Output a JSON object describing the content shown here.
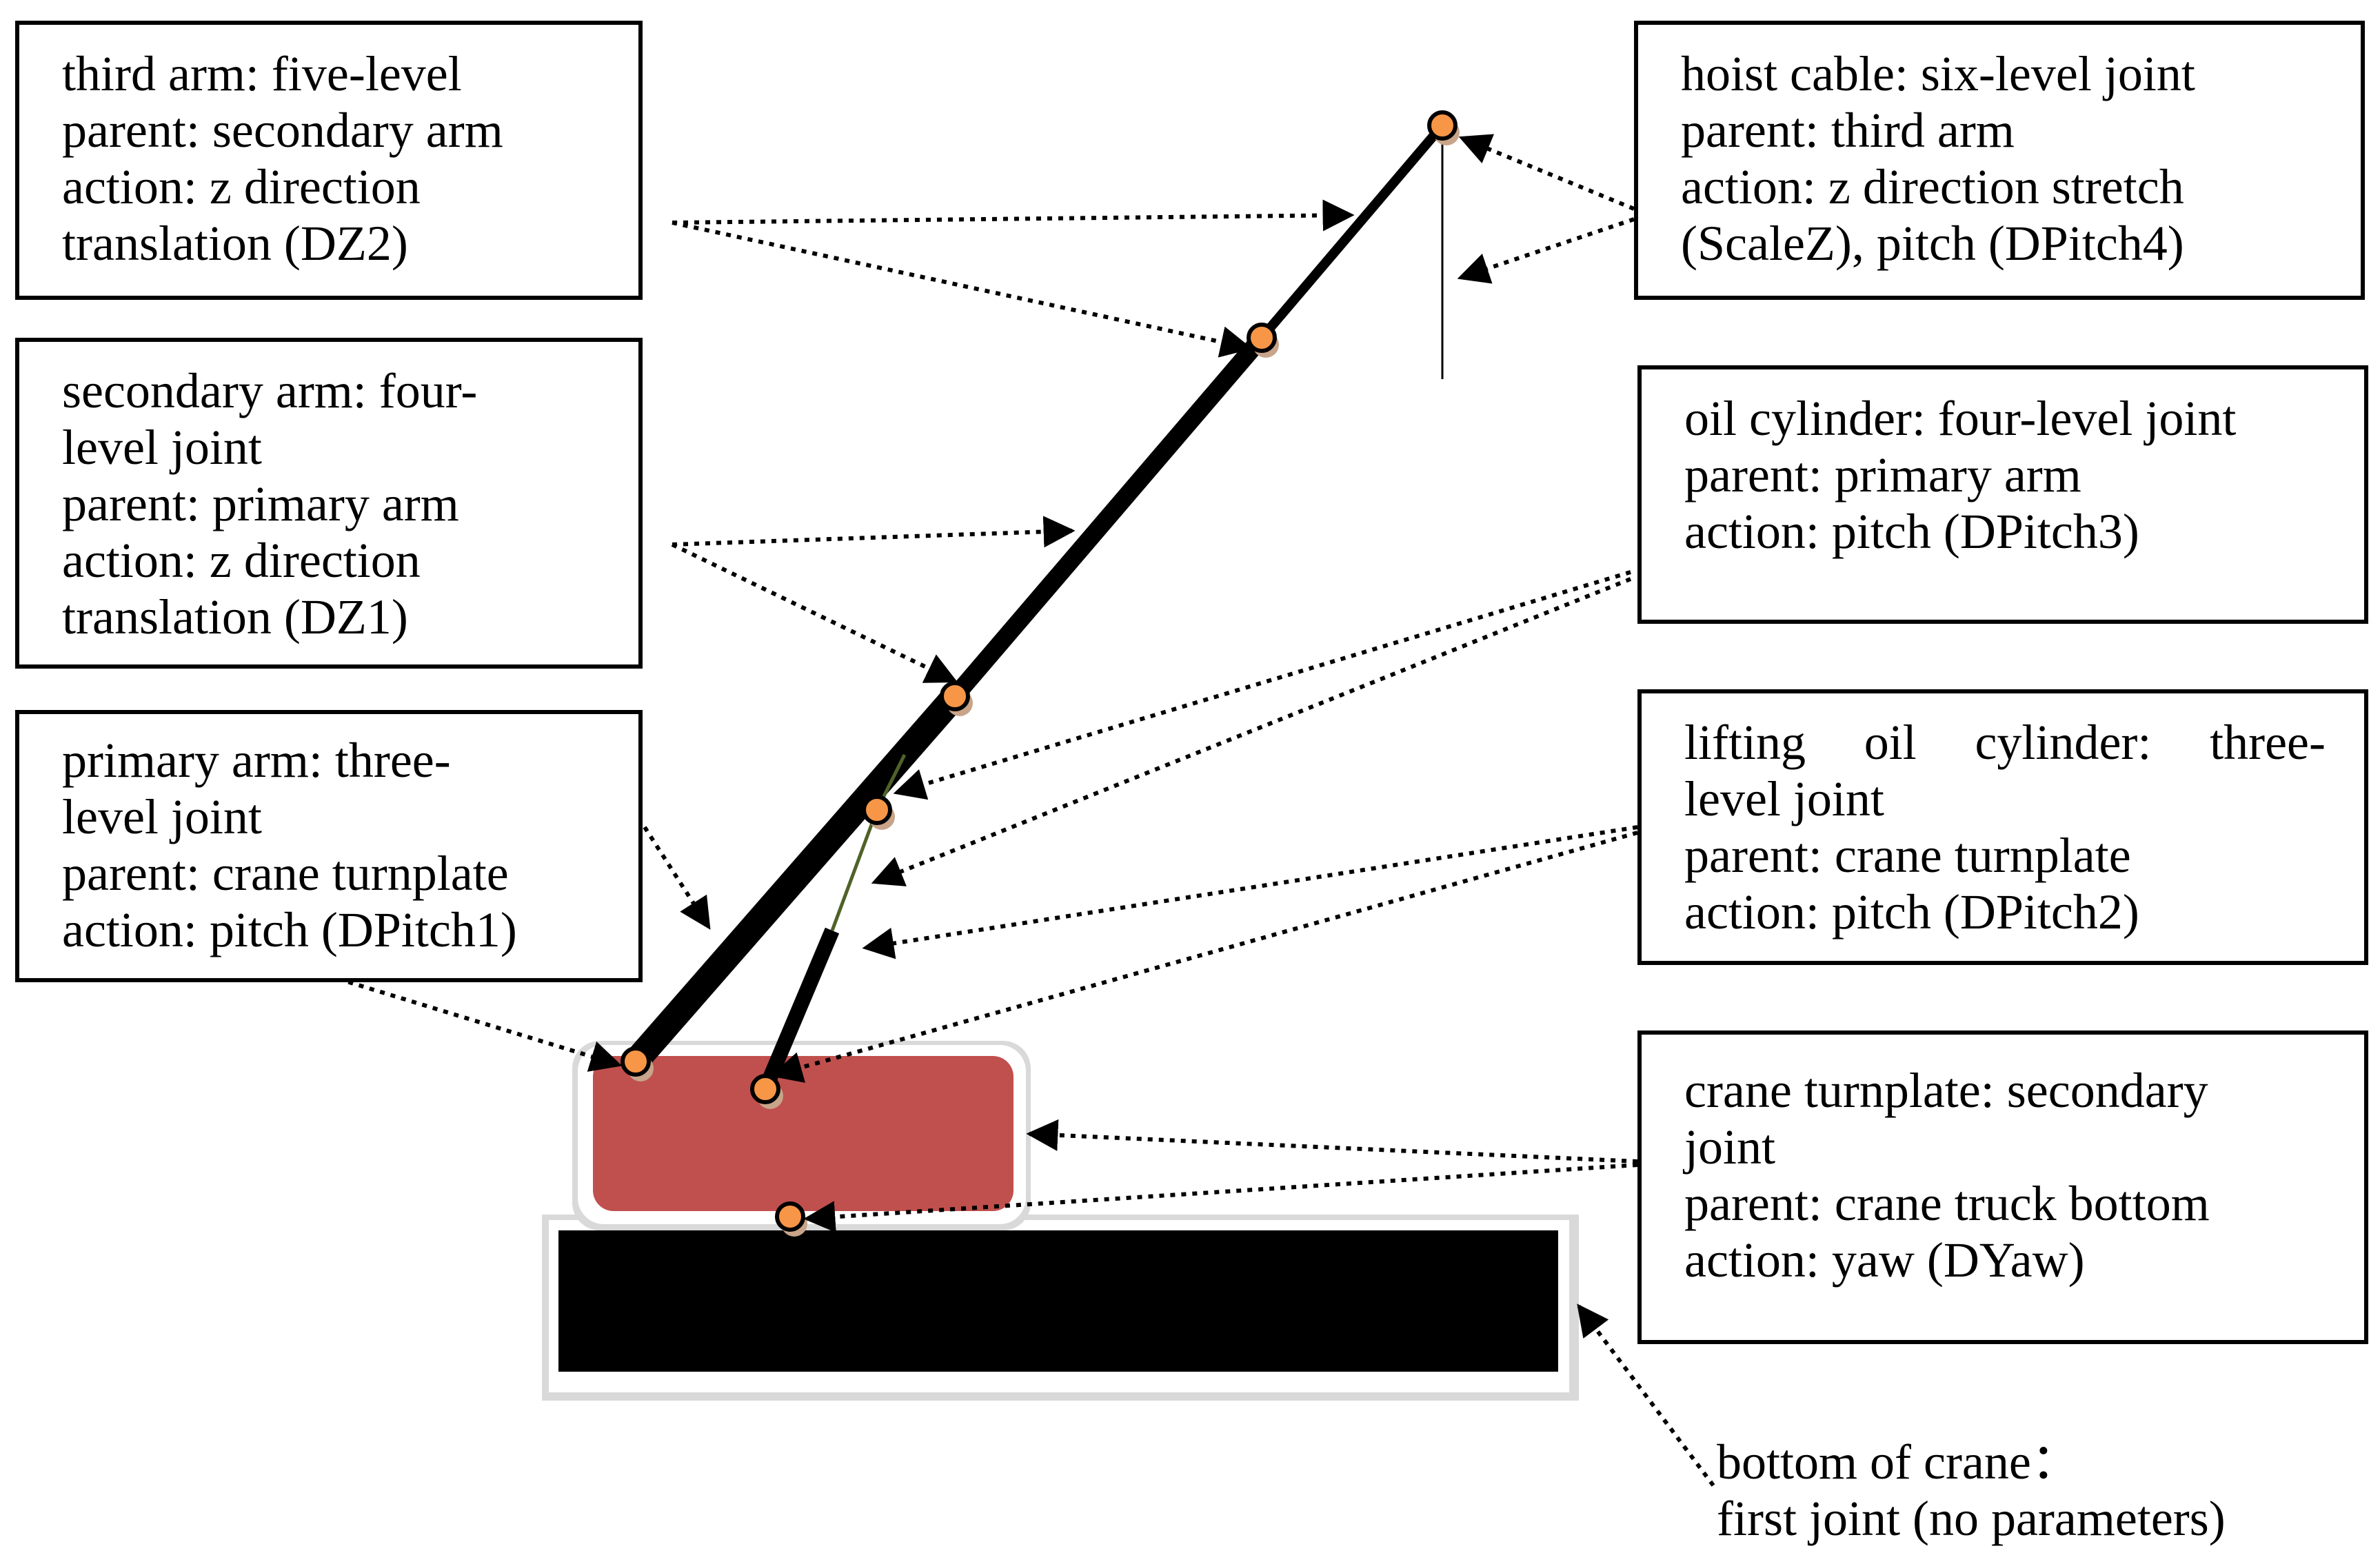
{
  "labels": {
    "third_arm": [
      "third arm: five-level",
      "parent: secondary arm",
      "action: z direction",
      "translation (DZ2)"
    ],
    "secondary_arm": [
      "secondary arm: four-",
      "level joint",
      "parent: primary arm",
      "action: z direction",
      "translation (DZ1)"
    ],
    "primary_arm": [
      "primary arm: three-",
      "level joint",
      "parent: crane turnplate",
      "action: pitch (DPitch1)"
    ],
    "hoist_cable": [
      "hoist cable: six-level joint",
      "parent: third arm",
      "action: z direction stretch",
      "(ScaleZ), pitch (DPitch4)"
    ],
    "oil_cylinder": [
      "oil cylinder: four-level joint",
      "parent: primary arm",
      "action: pitch (DPitch3)"
    ],
    "lifting_oil_cylinder": [
      "lifting oil cylinder: three-",
      "level joint",
      "parent: crane turnplate",
      "action: pitch (DPitch2)"
    ],
    "crane_turnplate": [
      "crane turnplate: secondary",
      "joint",
      "parent: crane truck bottom",
      "action: yaw (DYaw)"
    ],
    "bottom_of_crane": [
      "bottom of crane：",
      "first joint (no parameters)"
    ]
  },
  "colors": {
    "turnplate_fill": "#c0504d",
    "joint_fill": "#f79646",
    "arm_stroke": "#000000",
    "cylinder_rod": "#4f6228"
  }
}
